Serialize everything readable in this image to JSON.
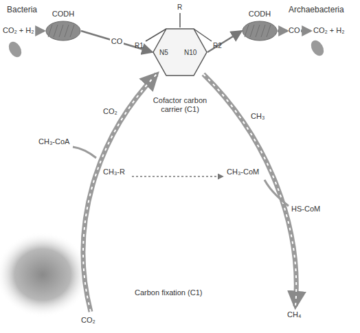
{
  "diagram": {
    "nodes": [
      {
        "text": [
          "CODH"
        ]
      },
      {
        "text": [
          "Cofactor carbon carrier (C1)"
        ]
      },
      {
        "text": [
          "CODH"
        ]
      }
    ],
    "edges": [
      {
        "from": 0,
        "to": 1,
        "arrow": "to",
        "label": "CO"
      },
      {
        "from": 1,
        "to": 2,
        "arrow": "to"
      }
    ],
    "labels": [
      "Bacteria",
      "Archaebacteria",
      "CO₂ + H₂",
      "CO",
      "CO₂ + H₂",
      "R",
      "N5",
      "N10",
      "R1",
      "R2",
      "CO₂",
      "CH₃-CoA",
      "CH₃-R",
      "CH₃-CoM",
      "CH₃",
      "HS-CoM",
      "CO₂",
      "CH₄",
      "Carbon fixation (C1)"
    ]
  }
}
